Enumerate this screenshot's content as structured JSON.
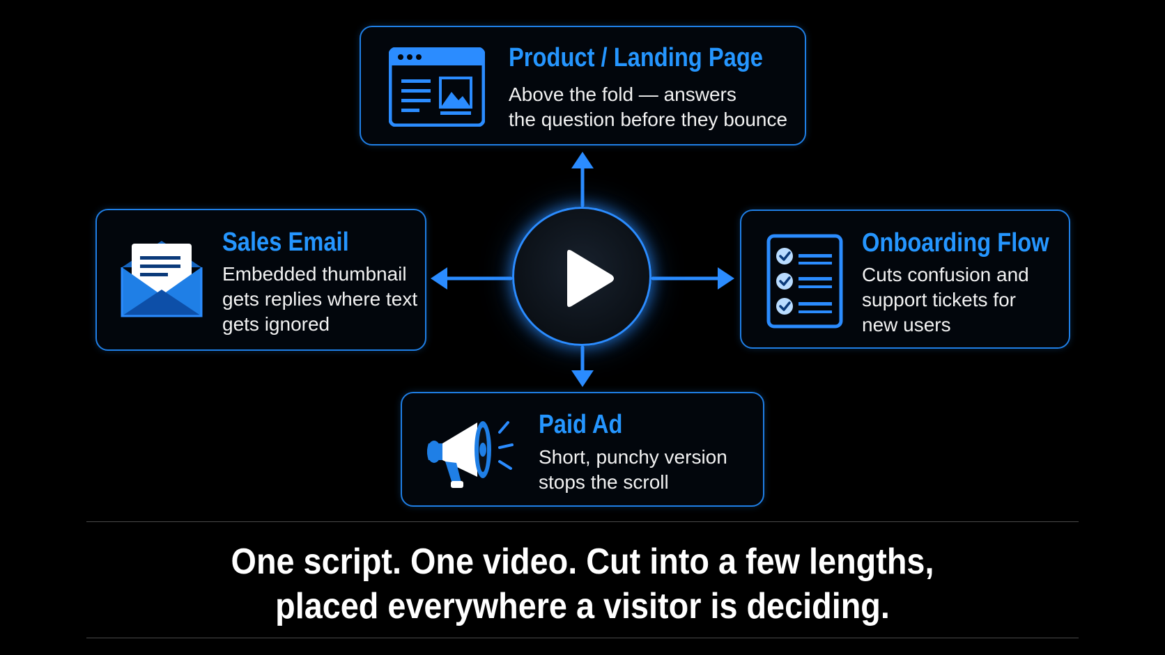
{
  "colors": {
    "background": "#000000",
    "accent": "#1f7fe6",
    "title": "#2596ff",
    "text": "#f2f2f2"
  },
  "center": {
    "icon": "play-icon"
  },
  "cards": {
    "product": {
      "icon": "browser-window-icon",
      "title": "Product / Landing Page",
      "line1": "Above the fold — answers",
      "line2": "the question before they bounce"
    },
    "email": {
      "icon": "envelope-icon",
      "title": "Sales Email",
      "line1": "Embedded thumbnail",
      "line2": "gets replies where text",
      "line3": "gets ignored"
    },
    "onboarding": {
      "icon": "checklist-icon",
      "title": "Onboarding Flow",
      "line1": "Cuts confusion and",
      "line2": "support tickets for",
      "line3": "new users"
    },
    "paid": {
      "icon": "megaphone-icon",
      "title": "Paid Ad",
      "line1": "Short, punchy version",
      "line2": "stops the scroll"
    }
  },
  "caption": {
    "line1": "One script. One video. Cut into a few lengths,",
    "line2": "placed everywhere a visitor is deciding."
  }
}
